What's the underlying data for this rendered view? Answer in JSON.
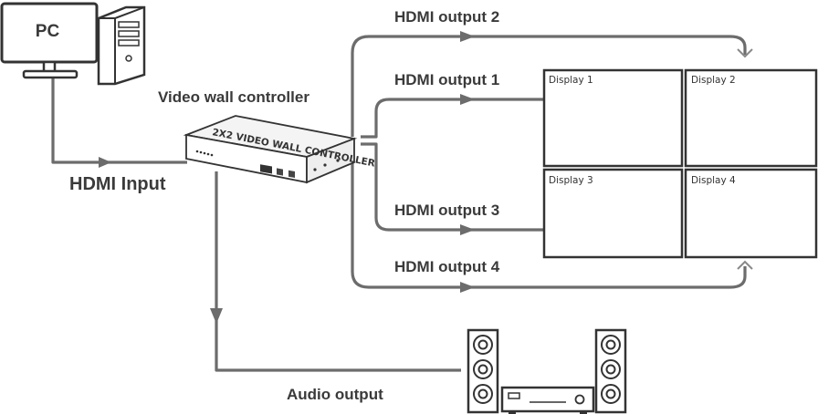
{
  "pc": {
    "label": "PC"
  },
  "controller": {
    "label": "Video wall controller",
    "device_text": "2X2 VIDEO WALL CONTROLLER"
  },
  "input": {
    "label": "HDMI Input"
  },
  "outputs": [
    "HDMI output 2",
    "HDMI output 1",
    "HDMI output 3",
    "HDMI output 4"
  ],
  "displays": [
    "Display 1",
    "Display 2",
    "Display 3",
    "Display 4"
  ],
  "audio": {
    "label": "Audio output"
  },
  "colors": {
    "line": "#6c6c6c",
    "stroke": "#333333",
    "text": "#3a3a3a"
  }
}
